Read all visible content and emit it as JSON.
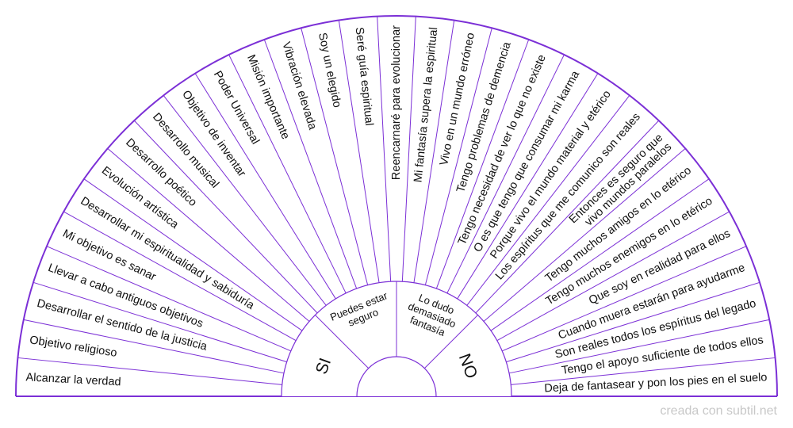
{
  "colors": {
    "stroke": "#7b2fd6",
    "text": "#111111",
    "credit": "#c8c8c8"
  },
  "chart_data": {
    "type": "pendulum-chart",
    "labels": [
      "Alcanzar la verdad",
      "Objetivo religioso",
      "Desarrollar el sentido de la justicia",
      "Llevar a cabo antiguos objetivos",
      "Mi objetivo es sanar",
      "Desarrollar mi espiritualidad y sabiduría",
      "Evolución artística",
      "Desarrollo poético",
      "Desarrollo musical",
      "Objetivo de inventar",
      "Poder Universal",
      "Misión importante",
      "Vibración elevada",
      "Soy un elegido",
      "Seré guía espiritual",
      "Reencarnaré para evolucionar",
      "Mi fantasía supera la espiritual",
      "Vivo en un mundo erróneo",
      "Tengo problemas de demencia",
      "Tengo necesidad de ver lo que no existe",
      "O es que tengo que consumar mi karma",
      "Porque vivo el mundo material y etérico",
      "Los espíritus que me comunico son reales",
      [
        "Entonces es seguro que",
        "vivo mundos paralelos"
      ],
      "Tengo muchos amigos en lo etérico",
      "Tengo muchos enemigos en lo etérico",
      "Que soy en realidad para ellos",
      "Cuando muera estarán para ayudarme",
      "Son reales todos los espíritus del legado",
      "Tengo el apoyo suficiente de todos ellos",
      "Deja de fantasear y pon los pies en el suelo"
    ],
    "inner_left": [
      "Puedes estar",
      "seguro"
    ],
    "inner_right": [
      "Lo dudo",
      "demasiado",
      "fantasía"
    ],
    "yes_label": "SI",
    "no_label": "NO"
  },
  "credit": "creada con subtil.net"
}
